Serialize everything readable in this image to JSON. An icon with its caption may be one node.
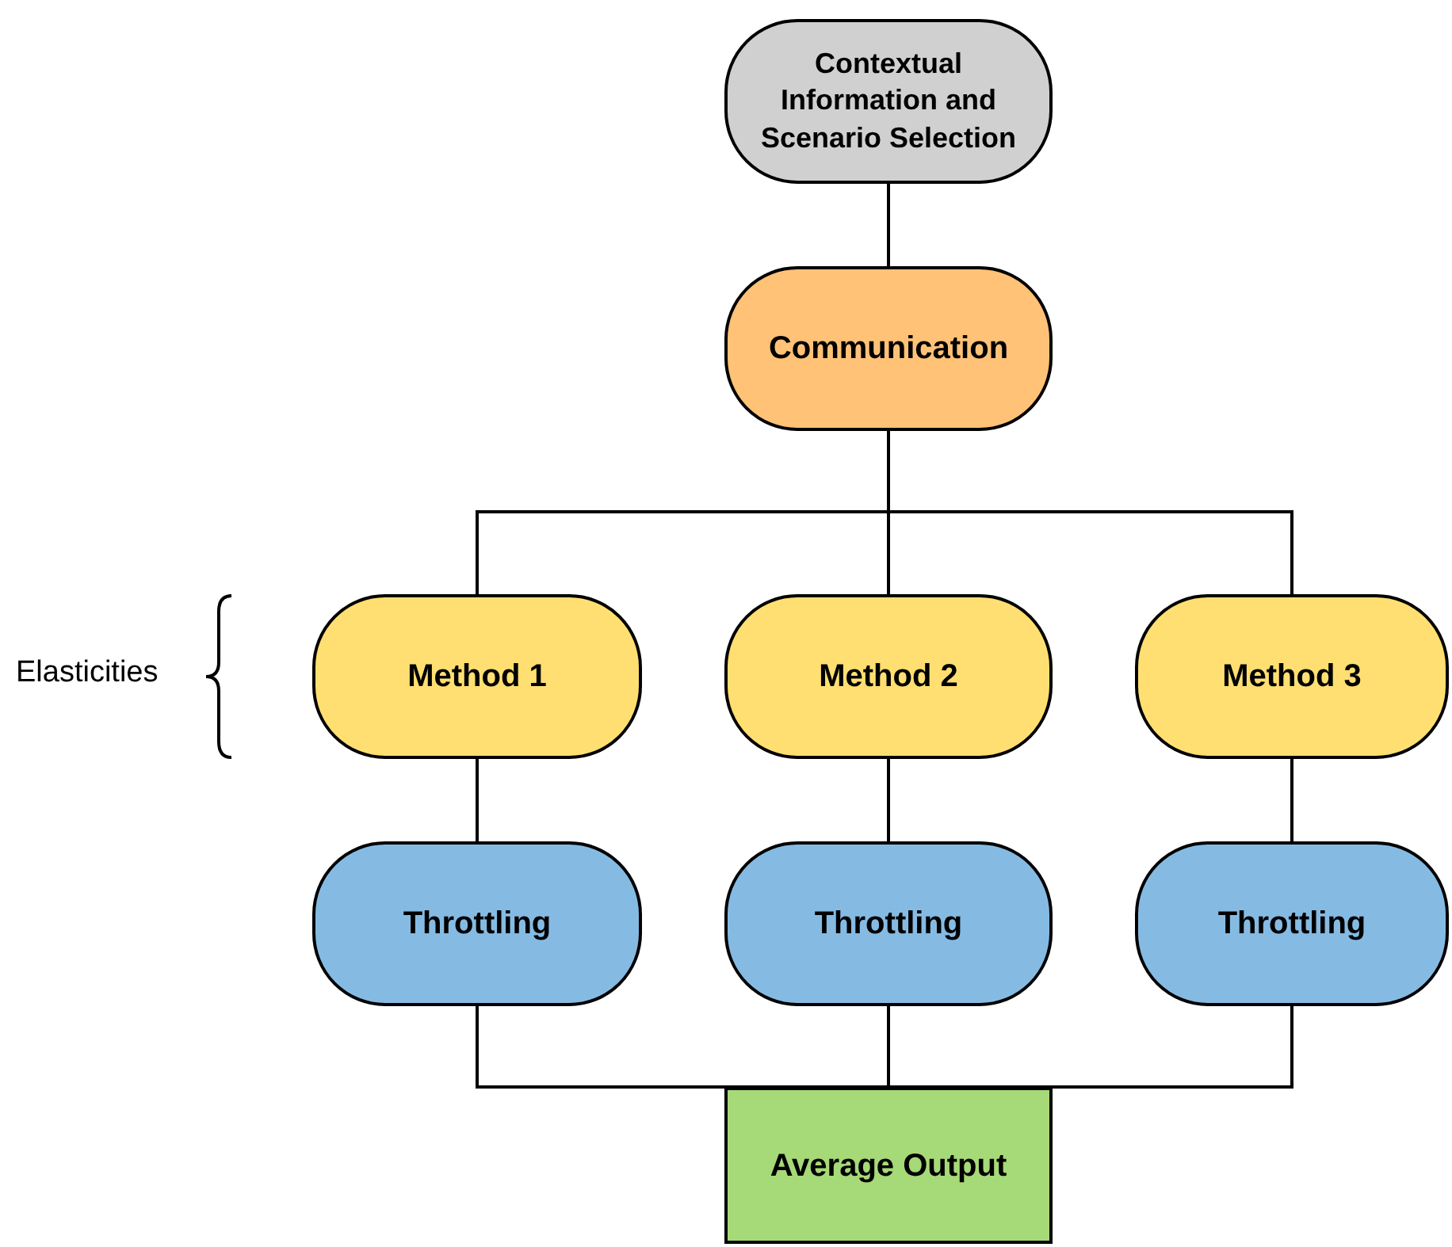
{
  "diagram": {
    "nodes": [
      {
        "text": [
          "Contextual Information and Scenario Selection"
        ]
      },
      {
        "text": [
          "Communication"
        ]
      },
      {
        "text": [
          "Method 1"
        ]
      },
      {
        "text": [
          "Method 2"
        ]
      },
      {
        "text": [
          "Method 3"
        ]
      },
      {
        "text": [
          "Throttling"
        ]
      },
      {
        "text": [
          "Throttling"
        ]
      },
      {
        "text": [
          "Throttling"
        ]
      },
      {
        "text": [
          "Average Output"
        ]
      }
    ],
    "edges": [
      {
        "from": 0,
        "to": 1,
        "arrow": "none"
      },
      {
        "from": 1,
        "to": 2,
        "arrow": "none"
      },
      {
        "from": 1,
        "to": 3,
        "arrow": "none"
      },
      {
        "from": 1,
        "to": 4,
        "arrow": "none"
      },
      {
        "from": 2,
        "to": 5,
        "arrow": "none"
      },
      {
        "from": 3,
        "to": 6,
        "arrow": "none"
      },
      {
        "from": 4,
        "to": 7,
        "arrow": "none"
      },
      {
        "from": 5,
        "to": 8,
        "arrow": "none"
      },
      {
        "from": 6,
        "to": 8,
        "arrow": "none"
      },
      {
        "from": 7,
        "to": 8,
        "arrow": "none"
      }
    ],
    "labels": [
      "Elasticities"
    ]
  }
}
